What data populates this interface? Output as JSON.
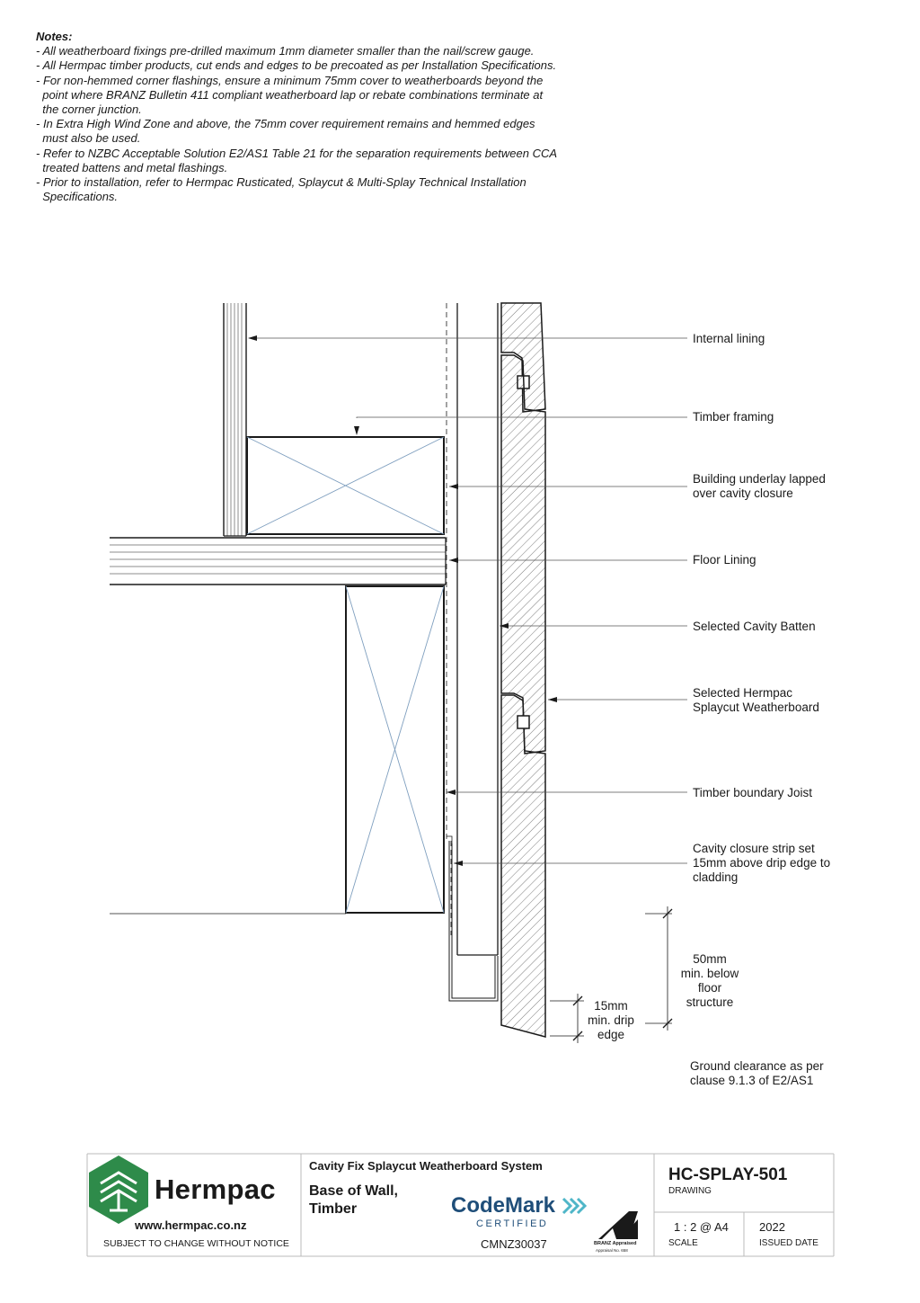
{
  "notes": {
    "heading": "Notes:",
    "lines": [
      "- All weatherboard fixings pre-drilled maximum 1mm diameter smaller than the nail/screw gauge.",
      "- All Hermpac timber products, cut ends and edges to be precoated as per Installation Specifications.",
      "- For non-hemmed corner flashings, ensure a minimum 75mm cover to weatherboards beyond the",
      "  point where BRANZ Bulletin 411 compliant weatherboard lap or rebate combinations terminate at",
      "  the corner junction.",
      "- In Extra High Wind Zone and above, the 75mm cover requirement remains and hemmed edges",
      "  must also be used.",
      "- Refer to NZBC Acceptable Solution E2/AS1 Table 21 for the separation requirements between CCA",
      "  treated battens and metal flashings.",
      "- Prior to installation, refer to Hermpac Rusticated, Splaycut & Multi-Splay Technical Installation",
      "  Specifications."
    ]
  },
  "labels": {
    "internal_lining": "Internal lining",
    "timber_framing": "Timber framing",
    "underlay_1": "Building underlay lapped",
    "underlay_2": "over cavity closure",
    "floor_lining": "Floor Lining",
    "cavity_batten": "Selected Cavity Batten",
    "weatherboard_1": "Selected Hermpac",
    "weatherboard_2": "Splaycut Weatherboard",
    "boundary_joist": "Timber boundary Joist",
    "closure_1": "Cavity closure strip set",
    "closure_2": "15mm above drip edge to",
    "closure_3": "cladding",
    "dim50_1": "50mm",
    "dim50_2": "min. below",
    "dim50_3": "floor",
    "dim50_4": "structure",
    "dim15_1": "15mm",
    "dim15_2": "min. drip",
    "dim15_3": "edge",
    "ground_1": "Ground clearance as per",
    "ground_2": "clause 9.1.3 of E2/AS1"
  },
  "title_block": {
    "brand": "Hermpac",
    "website": "www.hermpac.co.nz",
    "disclaimer": "SUBJECT TO CHANGE WITHOUT NOTICE",
    "system": "Cavity Fix Splaycut Weatherboard System",
    "title_1": "Base of Wall,",
    "title_2": "Timber",
    "codemark": "CodeMark",
    "certified": "CERTIFIED",
    "cert_no": "CMNZ30037",
    "branz": "BRANZ Appraised",
    "branz_no": "Appraisal No. 658",
    "drawing_no": "HC-SPLAY-501",
    "drawing_label": "DRAWING",
    "scale": "1 : 2 @ A4",
    "scale_label": "SCALE",
    "date": "2022",
    "date_label": "ISSUED DATE"
  },
  "colors": {
    "line": "#1a1a1a",
    "timber_cross": "#7f9fbf",
    "brand_green": "#2e8b4a"
  }
}
